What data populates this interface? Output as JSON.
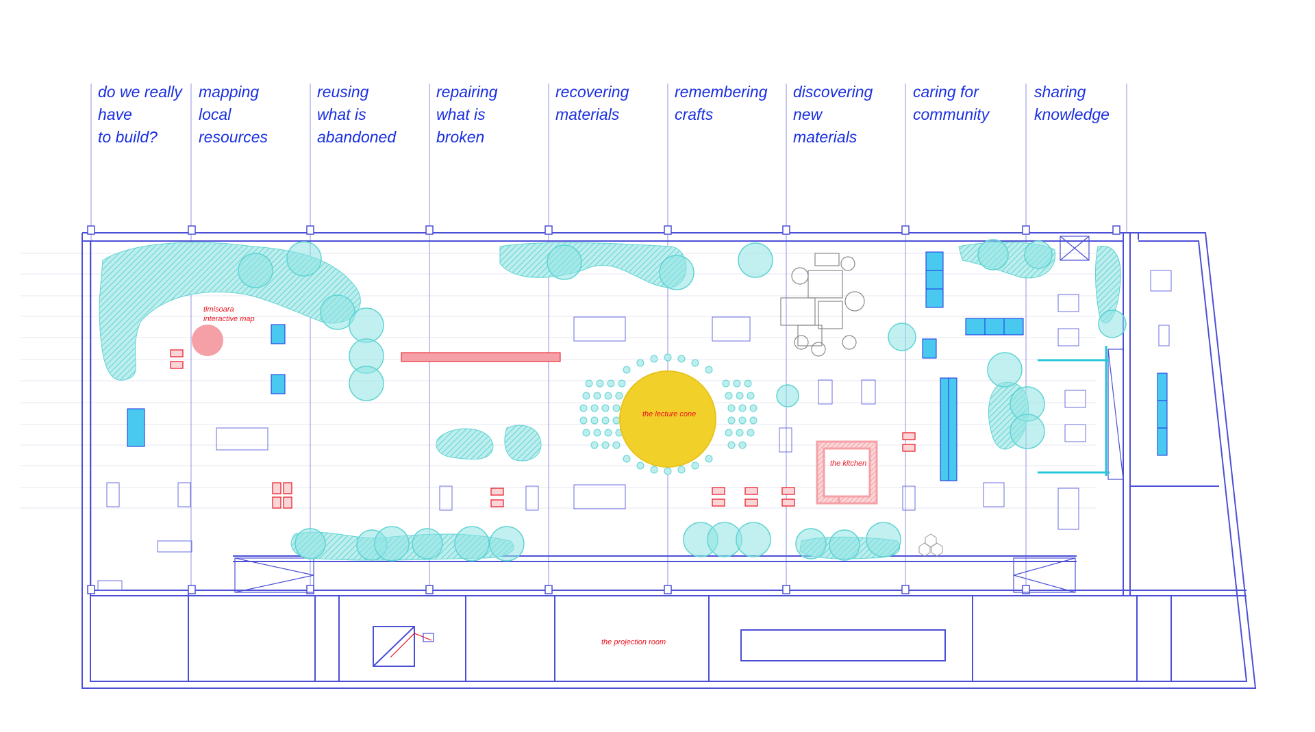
{
  "headings": [
    {
      "id": "h1",
      "text": "do we really\nhave\nto build?"
    },
    {
      "id": "h2",
      "text": "mapping\nlocal\nresources"
    },
    {
      "id": "h3",
      "text": "reusing\nwhat is\nabandoned"
    },
    {
      "id": "h4",
      "text": "repairing\nwhat is\nbroken"
    },
    {
      "id": "h5",
      "text": "recovering\nmaterials"
    },
    {
      "id": "h6",
      "text": "remembering\ncrafts"
    },
    {
      "id": "h7",
      "text": "discovering\nnew\nmaterials"
    },
    {
      "id": "h8",
      "text": "caring for\ncommunity"
    },
    {
      "id": "h9",
      "text": "sharing\nknowledge"
    }
  ],
  "labels": {
    "interactive_map": "timisoara\ninteractive map",
    "lecture_cone": "the lecture cone",
    "kitchen": "the kitchen",
    "projection_room": "the projection room"
  },
  "colors": {
    "line": "#4b4fd6",
    "text": "#1a2fe0",
    "accent_red": "#e8101b",
    "plant": "#5fd3d3",
    "cone": "#f2d02a",
    "furniture_pink": "#f4a0a6",
    "display_blue": "#49c8f0"
  }
}
